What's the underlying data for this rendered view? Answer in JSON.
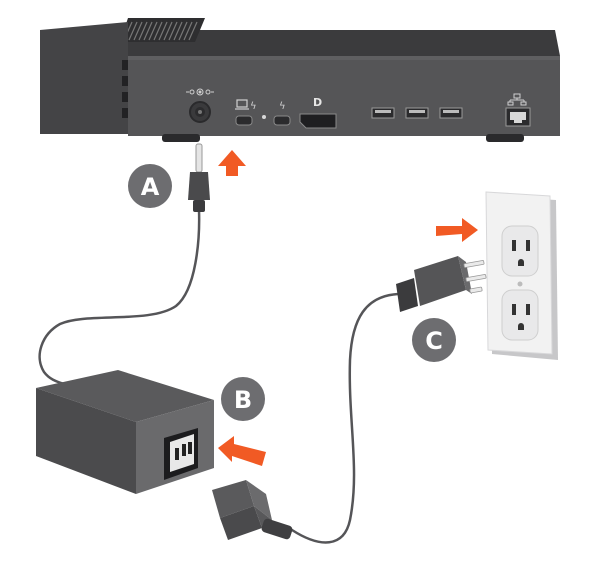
{
  "steps": {
    "a": {
      "label": "A"
    },
    "b": {
      "label": "B"
    },
    "c": {
      "label": "C"
    }
  },
  "colors": {
    "device_body": "#4d4d4f",
    "device_top": "#3f3f41",
    "port_panel": "#5c5c5e",
    "arrow": "#f15a24",
    "cable": "#555558",
    "badge": "#6d6d70",
    "wall_plate": "#f4f4f4"
  },
  "icons": {
    "power_port": "dc-power-icon",
    "thunderbolt": "thunderbolt-icon",
    "laptop": "laptop-icon",
    "display_port": "displayport-icon",
    "network": "network-icon"
  }
}
